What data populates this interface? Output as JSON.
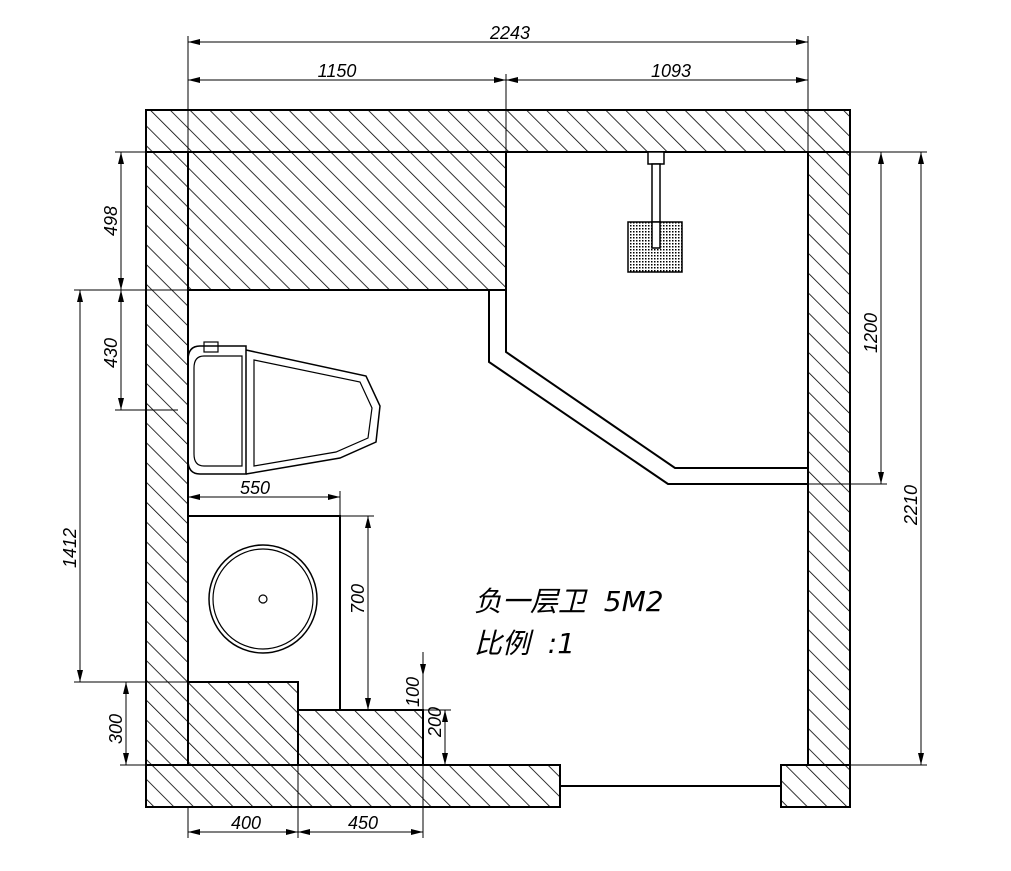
{
  "dimensions": {
    "top_total": "2243",
    "top_left": "1150",
    "top_right": "1093",
    "left_storage": "498",
    "left_toilet": "430",
    "left_lower": "1412",
    "left_step": "300",
    "right_shower": "1200",
    "right_total": "2210",
    "toilet_width": "550",
    "basin_depth": "700",
    "step_a": "100",
    "step_b": "200",
    "bottom_left": "400",
    "bottom_mid": "450"
  },
  "title": {
    "line1": "负一层卫  5M2",
    "line2": "比例  :1"
  },
  "colors": {
    "line": "#000000",
    "paper": "#ffffff"
  }
}
